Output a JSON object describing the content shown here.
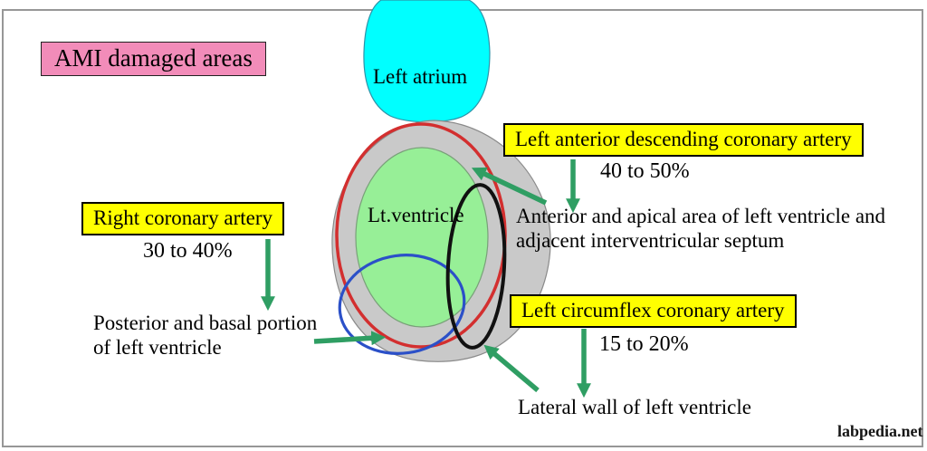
{
  "title": "AMI damaged areas",
  "heart": {
    "atrium_label": "Left atrium",
    "ventricle_label": "Lt.ventricle"
  },
  "annotations": {
    "lad": {
      "box_label": "Left anterior descending coronary artery",
      "percent": "40 to 50%",
      "region_lines": [
        "Anterior and apical area of left ventricle and",
        "adjacent interventricular septum"
      ]
    },
    "rca": {
      "box_label": "Right coronary artery",
      "percent": "30 to 40%",
      "region_lines": [
        "Posterior and basal portion",
        "of left ventricle"
      ]
    },
    "lcx": {
      "box_label": "Left circumflex coronary artery",
      "percent": "15 to 20%",
      "region_lines": [
        "Lateral wall of left ventricle"
      ]
    }
  },
  "watermark": "labpedia.net",
  "colors": {
    "title_pink": "#F28CB9",
    "label_yellow": "#FFFF00",
    "atrium_cyan": "#00FFFF",
    "ventricle_green": "#97EF97",
    "myocardium_gray": "#C9C9C9",
    "red_ring": "#D32F2F",
    "blue_ring": "#2B50C8",
    "black_ring": "#111111",
    "arrow_green": "#2F9E63"
  }
}
